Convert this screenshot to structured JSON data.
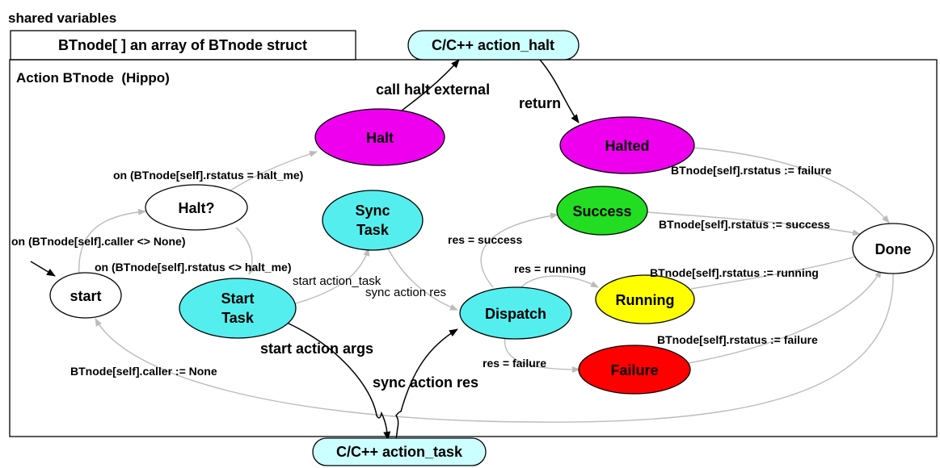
{
  "header": {
    "shared_variables": "shared variables",
    "btnode_array": "BTnode[ ] an array of BTnode struct",
    "action_box_title": "Action BTnode  (Hippo)"
  },
  "external": {
    "action_halt": "C/C++ action_halt",
    "action_task": "C/C++ action_task"
  },
  "nodes": {
    "halt": "Halt",
    "halted": "Halted",
    "halt_check": "Halt?",
    "sync_task_1": "Sync",
    "sync_task_2": "Task",
    "success": "Success",
    "done": "Done",
    "start": "start",
    "start_task_1": "Start",
    "start_task_2": "Task",
    "dispatch": "Dispatch",
    "running": "Running",
    "failure": "Failure"
  },
  "edges": {
    "call_halt_external": "call halt external",
    "return": "return",
    "halted_to_done": "BTnode[self].rstatus := failure",
    "to_halt": "on (BTnode[self].rstatus = halt_me)",
    "success_to_done": "BTnode[self].rstatus := success",
    "start_to_halt_check": "on (BTnode[self].caller <> None)",
    "res_success": "res = success",
    "res_running": "res = running",
    "running_to_done": "BTnode[self].rstatus := running",
    "halt_check_to_start_task": "on (BTnode[self].rstatus <> halt_me)",
    "start_action_task": "start action_task",
    "sync_action_res_small": "sync action res",
    "start_action_args": "start action args",
    "failure_to_done": "BTnode[self].rstatus := failure",
    "res_failure": "res = failure",
    "done_to_start": "BTnode[self].caller := None",
    "sync_action_res": "sync action res"
  },
  "colors": {
    "external": "#ccffff",
    "halt": "#ee00ee",
    "cyan": "#55eeee",
    "success": "#22dd22",
    "running": "#ffff00",
    "failure": "#ff0000",
    "edge_gray": "#bbbbbb",
    "edge_black": "#000000"
  }
}
